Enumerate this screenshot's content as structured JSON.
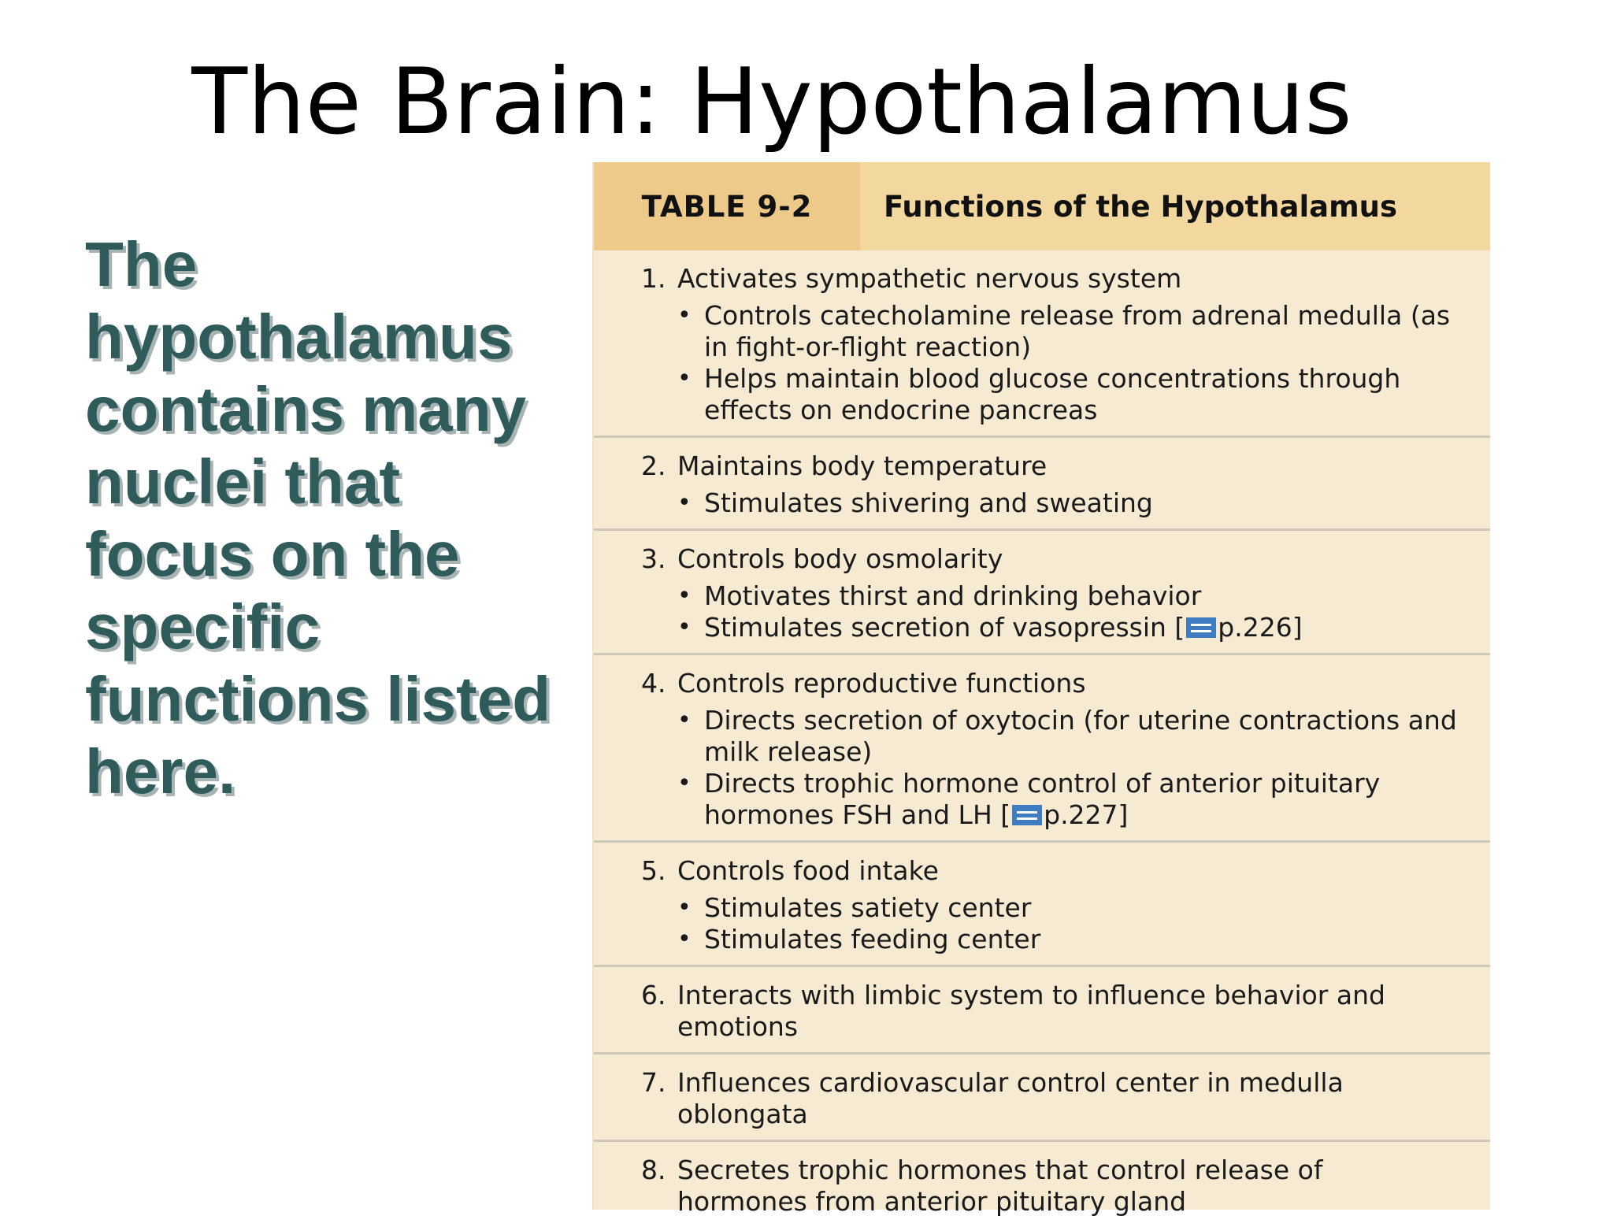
{
  "slide": {
    "title": "The Brain: Hypothalamus",
    "side_text": "The hypothalamus contains many nuclei that focus on the specific functions listed here."
  },
  "table": {
    "number": "TABLE 9-2",
    "caption": "Functions of the Hypothalamus",
    "rows": [
      {
        "num": "1.",
        "text": "Activates sympathetic nervous system",
        "bullets": [
          {
            "text": "Controls catecholamine release from adrenal medulla (as in fight-or-flight reaction)"
          },
          {
            "text": "Helps maintain blood glucose concentrations through effects on endocrine pancreas"
          }
        ]
      },
      {
        "num": "2.",
        "text": "Maintains body temperature",
        "bullets": [
          {
            "text": "Stimulates shivering and sweating"
          }
        ]
      },
      {
        "num": "3.",
        "text": "Controls body osmolarity",
        "bullets": [
          {
            "text": "Motivates thirst and drinking behavior"
          },
          {
            "text": "Stimulates secretion of vasopressin [",
            "ref": "p.226]"
          }
        ]
      },
      {
        "num": "4.",
        "text": "Controls reproductive functions",
        "bullets": [
          {
            "text": "Directs secretion of oxytocin (for uterine contractions and milk release)"
          },
          {
            "text": "Directs trophic hormone control of anterior pituitary hormones FSH and LH [",
            "ref": "p.227]"
          }
        ]
      },
      {
        "num": "5.",
        "text": "Controls food intake",
        "bullets": [
          {
            "text": "Stimulates satiety center"
          },
          {
            "text": "Stimulates feeding center"
          }
        ]
      },
      {
        "num": "6.",
        "text": "Interacts with limbic system to influence behavior and emotions",
        "bullets": []
      },
      {
        "num": "7.",
        "text": "Influences cardiovascular control center in medulla oblongata",
        "bullets": []
      },
      {
        "num": "8.",
        "text": "Secretes trophic hormones that control release of hormones from anterior pituitary gland",
        "bullets": []
      }
    ]
  }
}
